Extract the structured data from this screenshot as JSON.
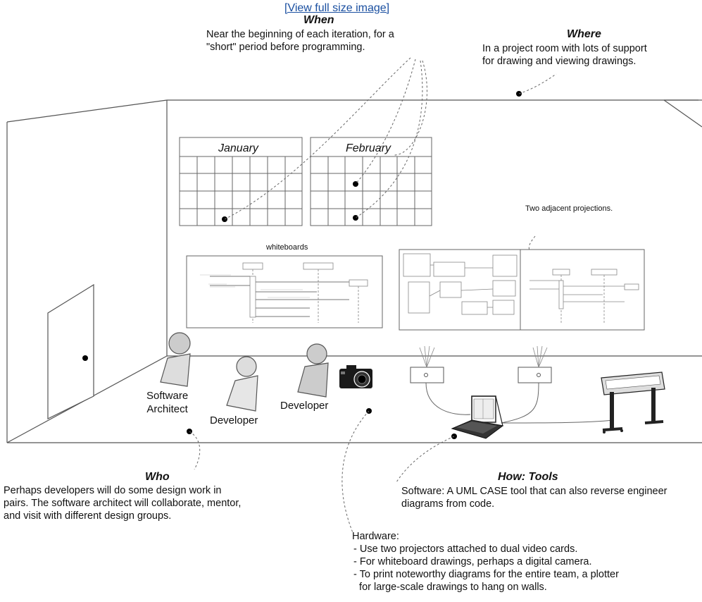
{
  "link": {
    "label": "[View full size image]"
  },
  "when": {
    "title": "When",
    "lines": [
      "Near the beginning of each iteration, for a",
      "\"short\" period before programming."
    ]
  },
  "where": {
    "title": "Where",
    "lines": [
      "In a project room with lots of support",
      "for drawing and viewing drawings."
    ]
  },
  "calendars": {
    "left": "January",
    "right": "February"
  },
  "labels": {
    "projections": "Two adjacent projections.",
    "whiteboards": "whiteboards"
  },
  "people": {
    "architect": [
      "Software",
      "Architect"
    ],
    "developer1": "Developer",
    "developer2": "Developer"
  },
  "who": {
    "title": "Who",
    "lines": [
      "Perhaps developers will do some design work in",
      "pairs. The software architect will collaborate, mentor,",
      "and visit with different design groups."
    ]
  },
  "how": {
    "title": "How: Tools",
    "software": [
      "Software: A UML CASE tool that can also reverse engineer",
      "diagrams from code."
    ],
    "hardware_title": "Hardware:",
    "hardware": [
      "- Use two projectors attached to dual video cards.",
      "- For whiteboard drawings, perhaps a digital camera.",
      "- To print noteworthy diagrams for the entire team, a plotter",
      "  for large-scale drawings to hang on walls."
    ]
  }
}
